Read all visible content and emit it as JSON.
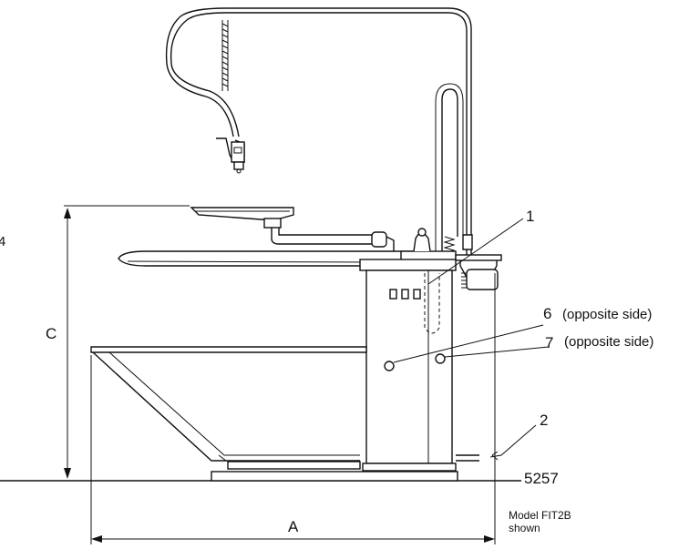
{
  "labels": {
    "edge_fragment": "4",
    "dim_c": "C",
    "dim_a": "A",
    "callout_1": "1",
    "callout_2": "2",
    "callout_6": "6",
    "callout_6_note": "(opposite side)",
    "callout_7": "7",
    "callout_7_note": "(opposite side)",
    "figure_id": "5257",
    "model_line1": "Model FIT2B",
    "model_line2": "shown"
  }
}
